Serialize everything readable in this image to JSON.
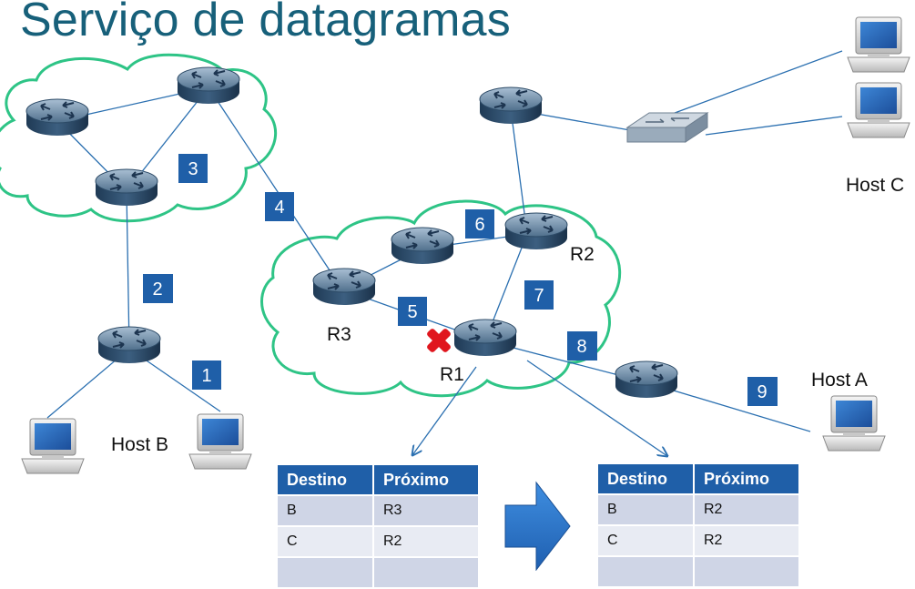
{
  "title": "Serviço de datagramas",
  "labels": {
    "r1": "R1",
    "r2": "R2",
    "r3": "R3",
    "host_a": "Host A",
    "host_b": "Host B",
    "host_c": "Host C"
  },
  "badges": [
    "1",
    "2",
    "3",
    "4",
    "5",
    "6",
    "7",
    "8",
    "9"
  ],
  "colors": {
    "title": "#17607a",
    "cloud_stroke": "#2ec486",
    "badge_fill": "#1f5fa8",
    "link_line": "#2a6fb0",
    "failure_mark": "#e0161e",
    "table_header": "#1f5fa8",
    "arrow_fill": "#2a75c8"
  },
  "table_before": {
    "headers": [
      "Destino",
      "Próximo"
    ],
    "rows": [
      [
        "B",
        "R3"
      ],
      [
        "C",
        "R2"
      ],
      [
        "",
        ""
      ]
    ]
  },
  "table_after": {
    "headers": [
      "Destino",
      "Próximo"
    ],
    "rows": [
      [
        "B",
        "R2"
      ],
      [
        "C",
        "R2"
      ],
      [
        "",
        ""
      ]
    ]
  }
}
